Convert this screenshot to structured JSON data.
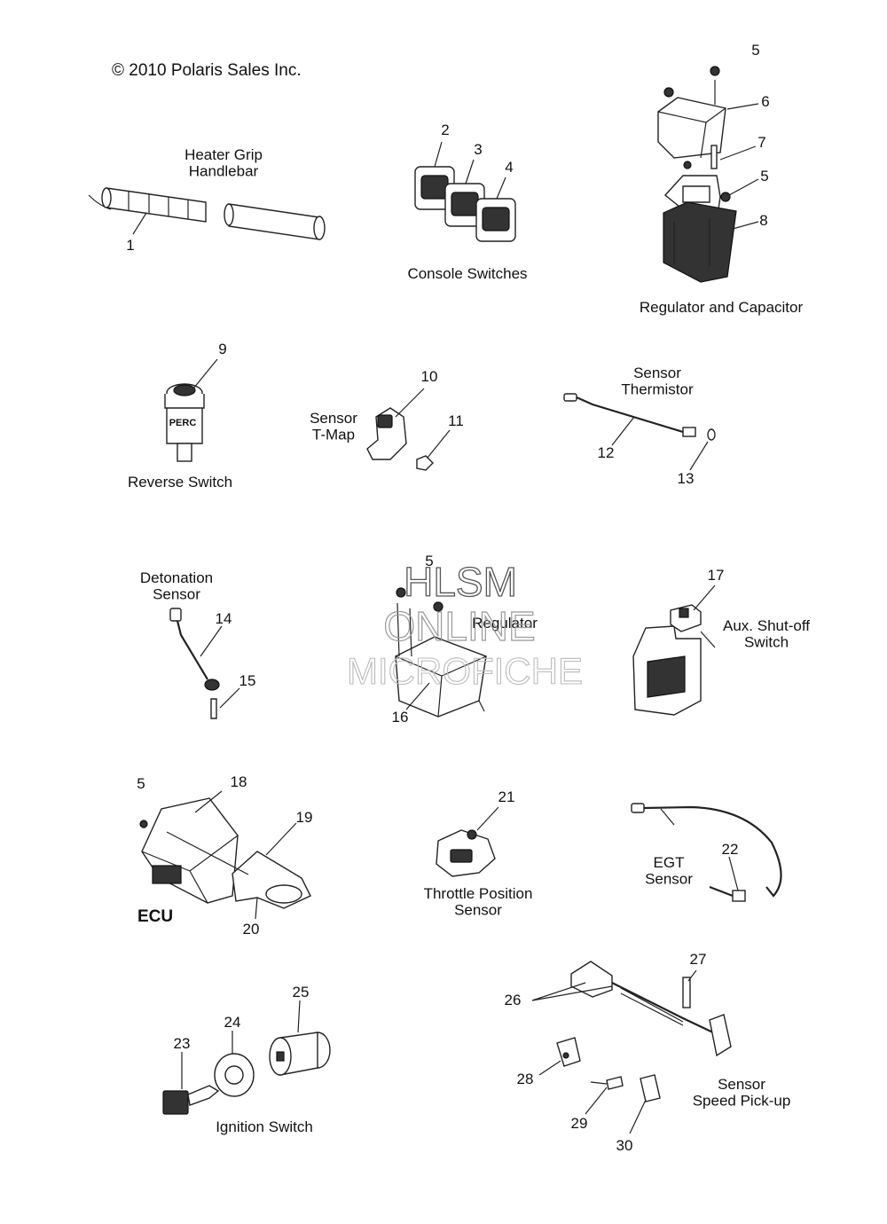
{
  "copyright": "© 2010 Polaris Sales Inc.",
  "watermark": {
    "line1": "HLSM",
    "line2": "ONLINE",
    "line3": "MICROFICHE"
  },
  "groups": {
    "heater_grip": "Heater Grip\nHandlebar",
    "console_switches": "Console Switches",
    "regulator_capacitor": "Regulator and Capacitor",
    "reverse_switch": "Reverse Switch",
    "sensor_tmap": "Sensor\nT-Map",
    "sensor_thermistor": "Sensor\nThermistor",
    "detonation_sensor": "Detonation\nSensor",
    "regulator": "Regulator",
    "aux_shutoff": "Aux. Shut-off\nSwitch",
    "ecu": "ECU",
    "throttle_position": "Throttle Position\nSensor",
    "egt_sensor": "EGT\nSensor",
    "ignition_switch": "Ignition Switch",
    "speed_pickup": "Sensor\nSpeed Pick-up"
  },
  "perc_text": "PERC",
  "callouts": {
    "n1": "1",
    "n2": "2",
    "n3": "3",
    "n4": "4",
    "n5a": "5",
    "n5b": "5",
    "n5c": "5",
    "n5d": "5",
    "n6": "6",
    "n7": "7",
    "n8": "8",
    "n9": "9",
    "n10": "10",
    "n11": "11",
    "n12": "12",
    "n13": "13",
    "n14": "14",
    "n15": "15",
    "n16": "16",
    "n17": "17",
    "n18": "18",
    "n19": "19",
    "n20": "20",
    "n21": "21",
    "n22": "22",
    "n23": "23",
    "n24": "24",
    "n25": "25",
    "n26": "26",
    "n27": "27",
    "n28": "28",
    "n29": "29",
    "n30": "30"
  }
}
